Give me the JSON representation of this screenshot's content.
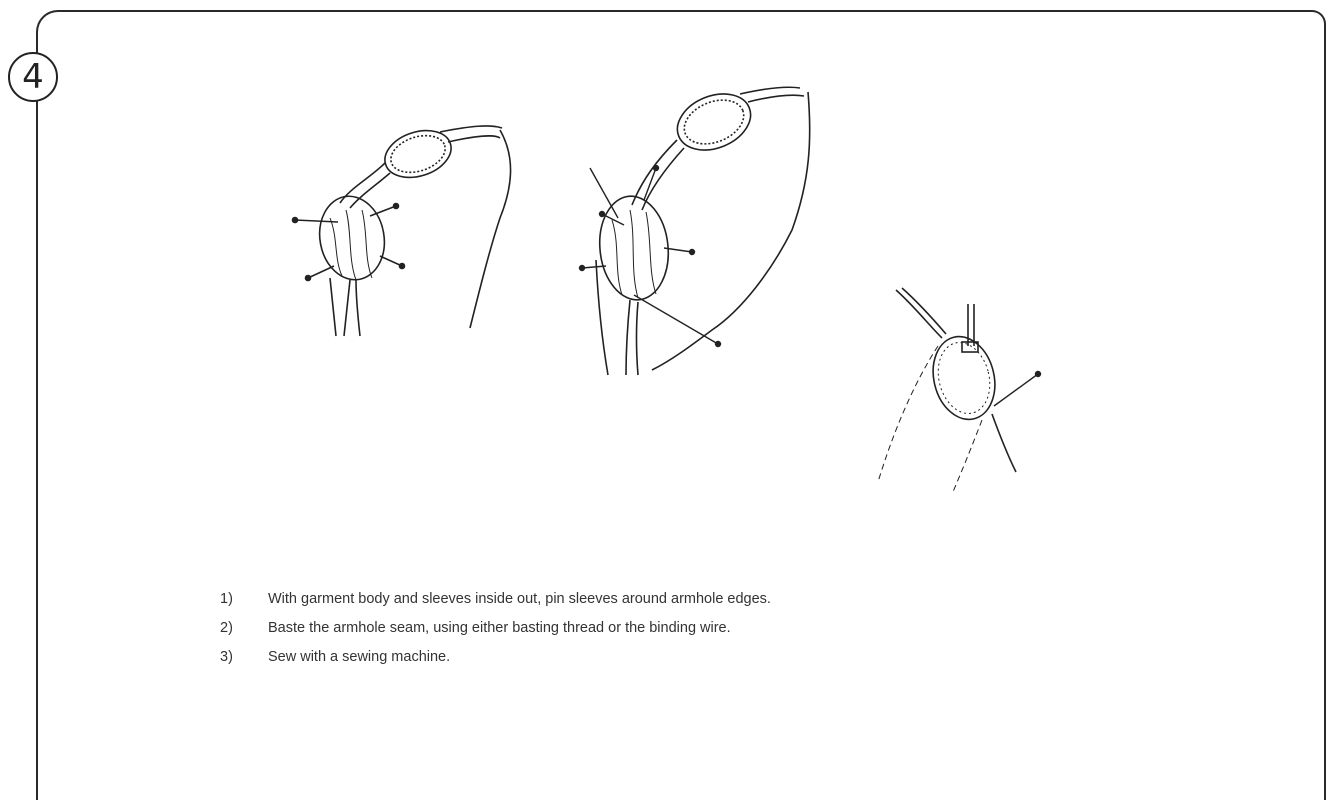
{
  "page": {
    "step_marker": "4"
  },
  "instructions": [
    {
      "number": "1)",
      "text": "With garment body and sleeves inside out, pin sleeves around armhole edges."
    },
    {
      "number": "2)",
      "text": "Baste the armhole seam, using either basting thread or the binding wire."
    },
    {
      "number": "3)",
      "text": "Sew with a sewing machine."
    }
  ],
  "illustrations": [
    {
      "name": "pinning-illustration"
    },
    {
      "name": "basting-illustration"
    },
    {
      "name": "sewing-machine-illustration"
    }
  ]
}
